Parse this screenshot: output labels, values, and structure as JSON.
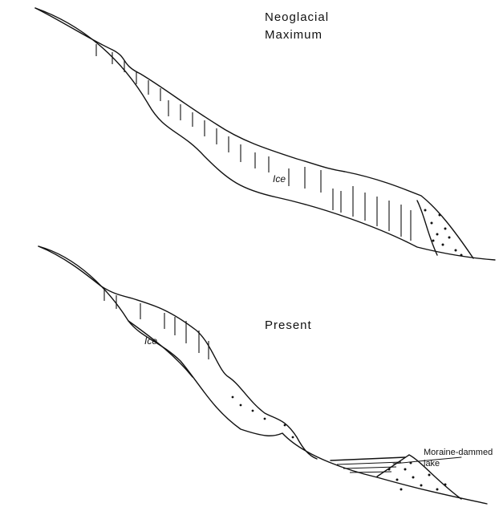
{
  "panels": {
    "top": {
      "title_line1": "Neoglacial",
      "title_line2": "Maximum",
      "ice_label": "Ice"
    },
    "bottom": {
      "title": "Present",
      "ice_label": "Ice",
      "lake_label_line1": "Moraine-dammed",
      "lake_label_line2": "lake"
    }
  },
  "colors": {
    "ink": "#111111",
    "background": "#ffffff"
  }
}
